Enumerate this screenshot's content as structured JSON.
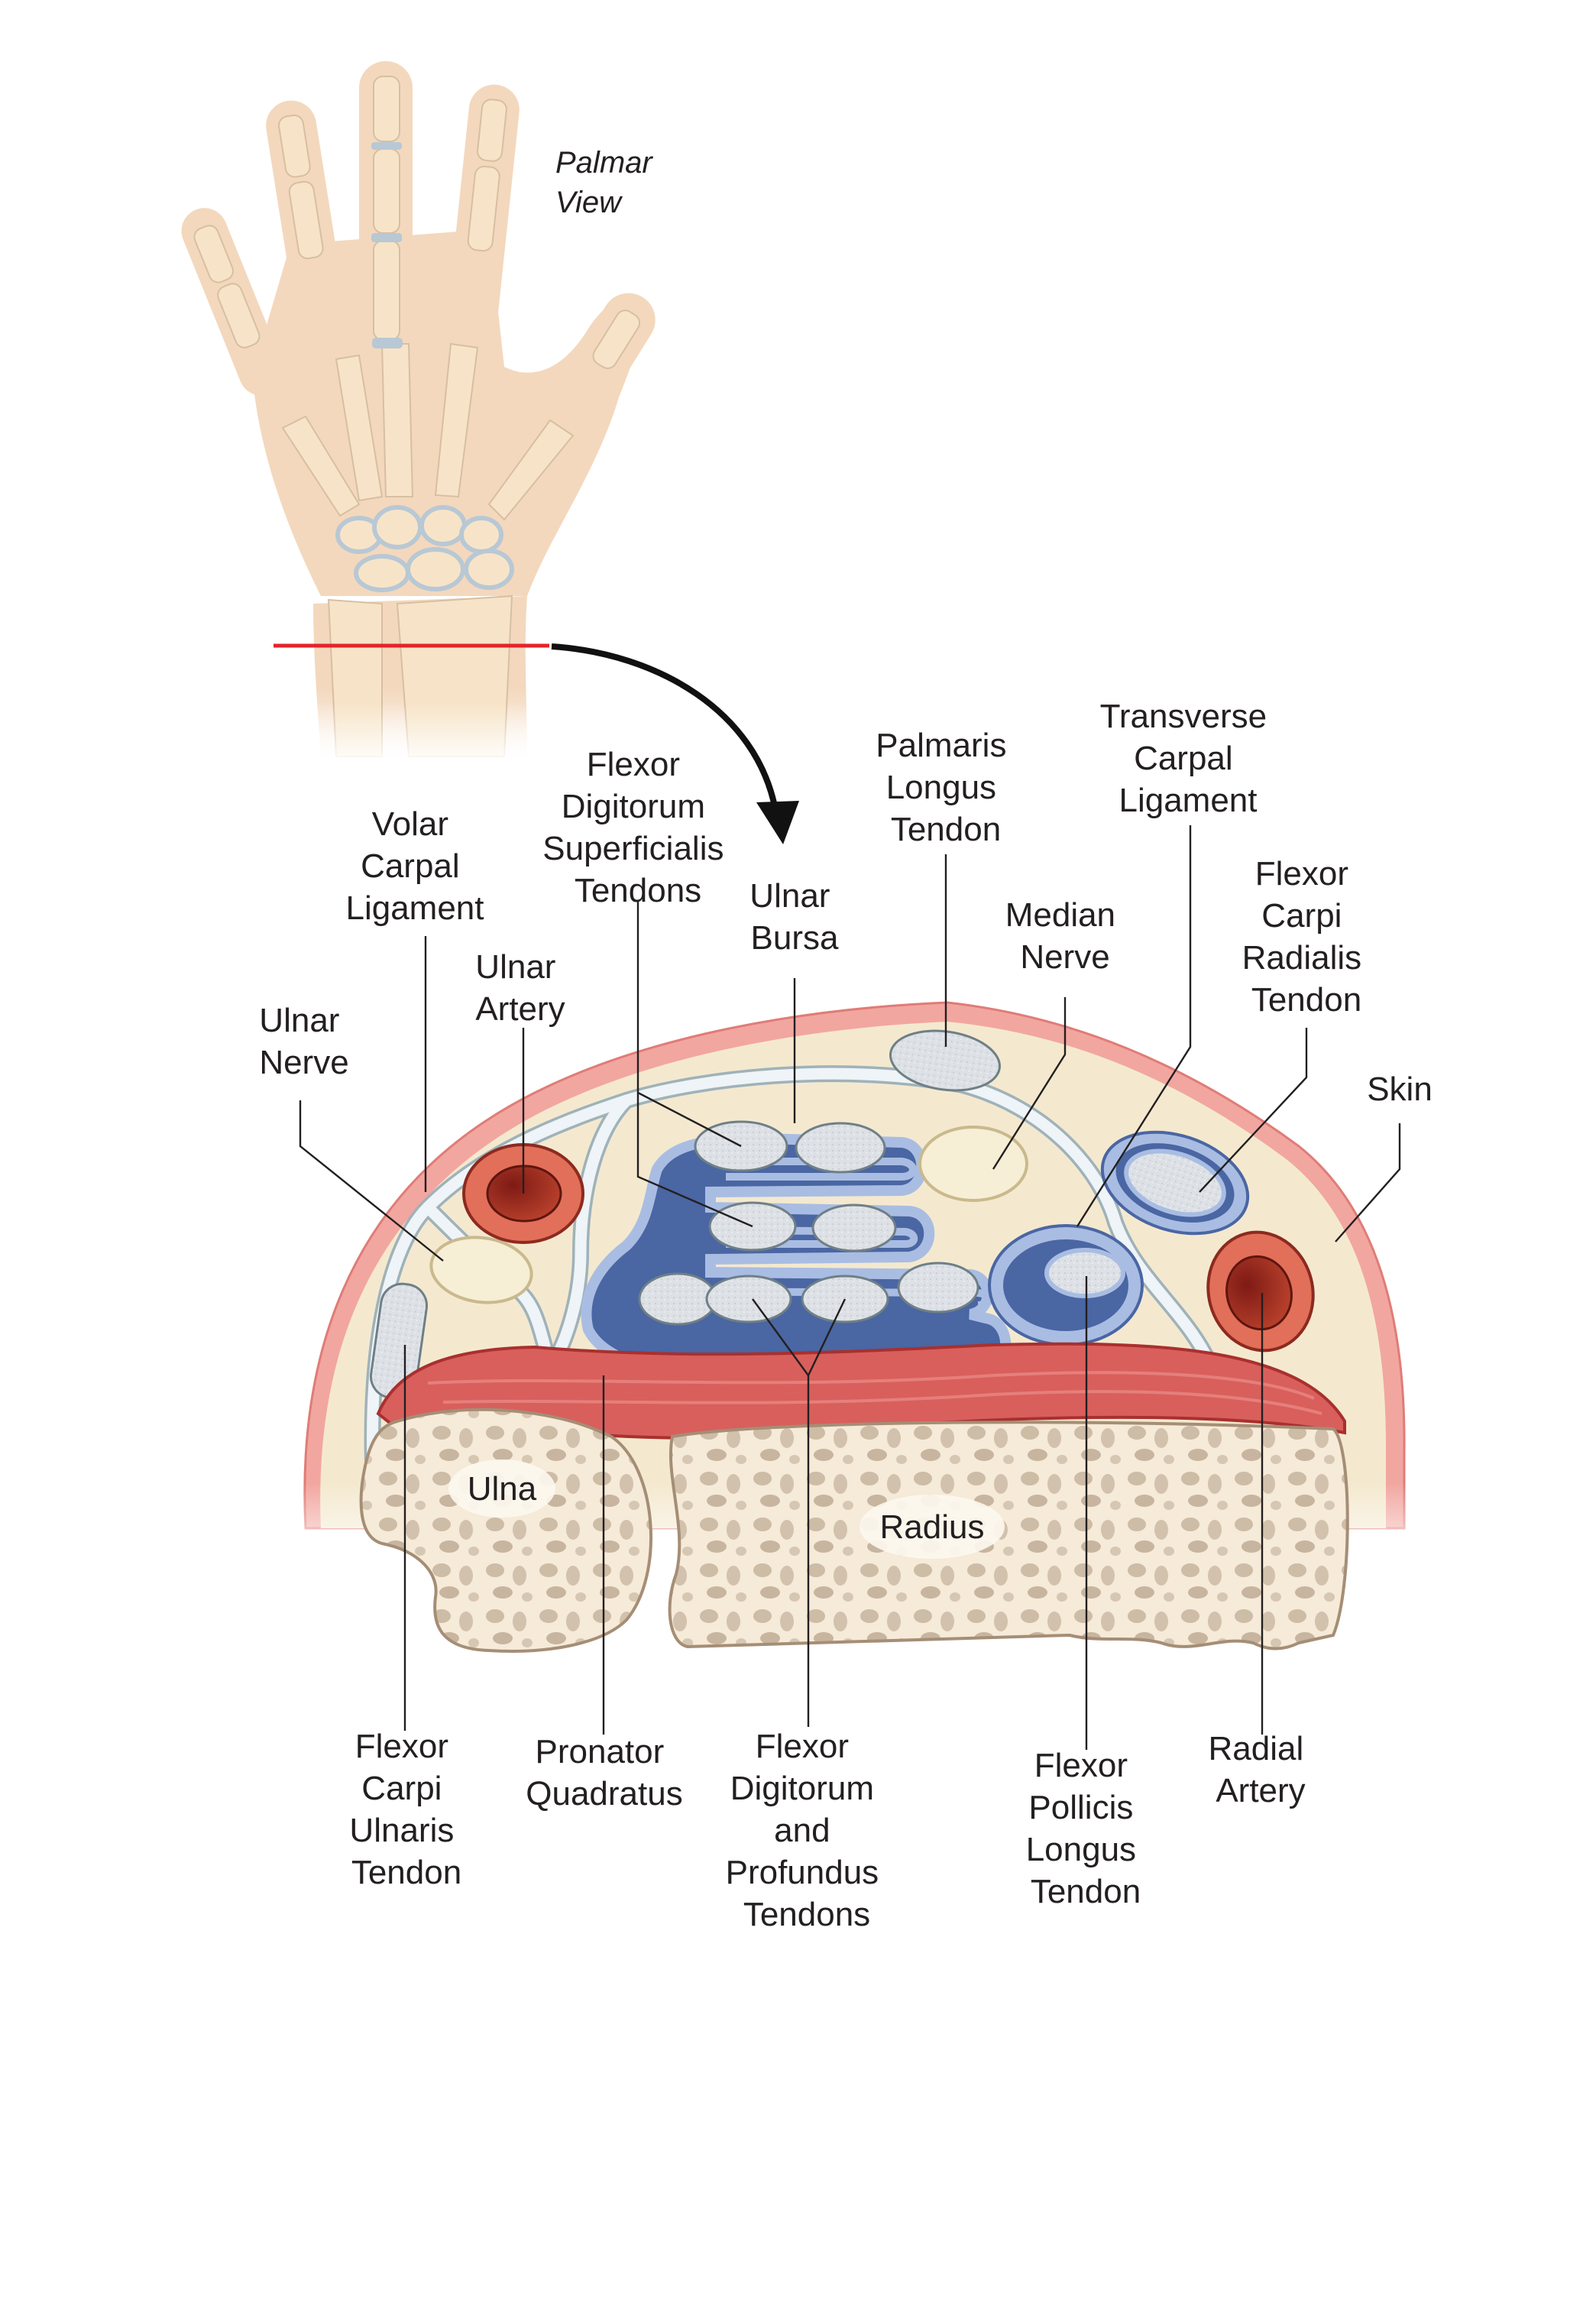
{
  "figure": {
    "view_label": [
      "Palmar",
      "View"
    ],
    "colors": {
      "skin": "#f2a6a0",
      "skin_edge": "#e07c77",
      "fat": "#f4e9cf",
      "fascia": "#eef4f7",
      "fascia_edge": "#9fb2b9",
      "bursa_dark": "#4a66a3",
      "bursa_light": "#a9bde3",
      "tendon": "#dde1e6",
      "tendon_edge": "#6f7f86",
      "nerve": "#f6eed5",
      "nerve_edge": "#c9b98c",
      "artery_outer": "#e26f59",
      "artery_inner": "#962a1f",
      "muscle": "#d95f5c",
      "muscle_dark": "#a9302e",
      "bone": "#fbf2e6",
      "bone_edge": "#a58e76",
      "bone_pore": "#c9b8a2",
      "hand": "#f3d8bd",
      "hand_bone": "#f7e4c8",
      "cartilage": "#b8c8d4",
      "section_line": "#e3242b",
      "arrow": "#111111"
    }
  },
  "labels": {
    "fds": [
      "Flexor",
      "Digitorum",
      "Superficialis",
      "Tendons"
    ],
    "volar_carpal": [
      "Volar",
      "Carpal",
      "Ligament"
    ],
    "palmaris": [
      "Palmaris",
      "Longus",
      "Tendon"
    ],
    "transverse_carpal": [
      "Transverse",
      "Carpal",
      "Ligament"
    ],
    "ulnar_bursa": [
      "Ulnar",
      "Bursa"
    ],
    "median_nerve": [
      "Median",
      "Nerve"
    ],
    "fcr": [
      "Flexor",
      "Carpi",
      "Radialis",
      "Tendon"
    ],
    "ulnar_artery": [
      "Ulnar",
      "Artery"
    ],
    "ulnar_nerve": [
      "Ulnar",
      "Nerve"
    ],
    "skin": [
      "Skin"
    ],
    "ulna": "Ulna",
    "radius": "Radius",
    "fcu": [
      "Flexor",
      "Carpi",
      "Ulnaris",
      "Tendon"
    ],
    "pronator": [
      "Pronator",
      "Quadratus"
    ],
    "fdp": [
      "Flexor",
      "Digitorum",
      "and",
      "Profundus",
      "Tendons"
    ],
    "fpl": [
      "Flexor",
      "Pollicis",
      "Longus",
      "Tendon"
    ],
    "radial_artery": [
      "Radial",
      "Artery"
    ]
  }
}
